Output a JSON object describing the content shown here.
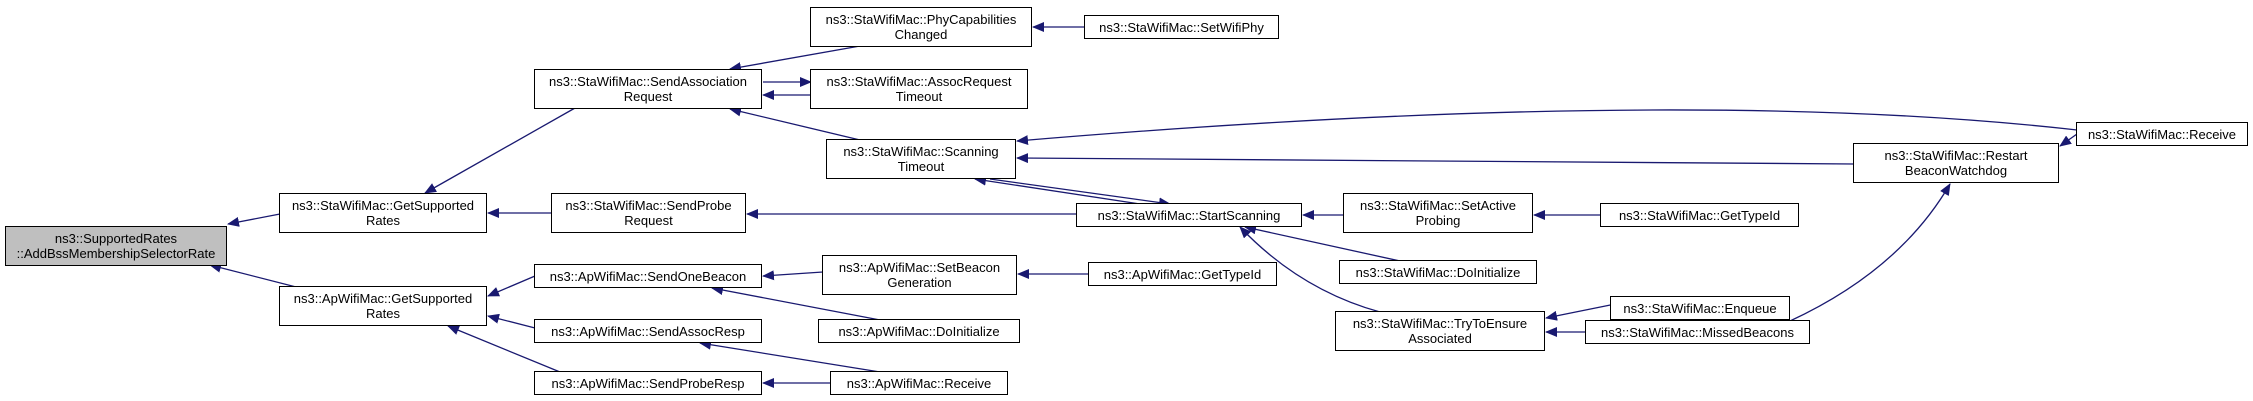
{
  "diagram": {
    "type": "call-graph",
    "colors": {
      "edge": "#191970",
      "root_fill": "#bfbfbf",
      "node_fill": "#ffffff",
      "border": "#000000"
    },
    "nodes": {
      "root": [
        "ns3::SupportedRates",
        "::AddBssMembershipSelectorRate"
      ],
      "sta_getsupported": [
        "ns3::StaWifiMac::GetSupported",
        "Rates"
      ],
      "ap_getsupported": [
        "ns3::ApWifiMac::GetSupported",
        "Rates"
      ],
      "sta_sendassoc": [
        "ns3::StaWifiMac::SendAssociation",
        "Request"
      ],
      "sta_sendprobe": [
        "ns3::StaWifiMac::SendProbe",
        "Request"
      ],
      "ap_sendonebeacon": [
        "ns3::ApWifiMac::SendOneBeacon"
      ],
      "ap_sendassocresp": [
        "ns3::ApWifiMac::SendAssocResp"
      ],
      "ap_sendproberesp": [
        "ns3::ApWifiMac::SendProbeResp"
      ],
      "sta_phycap": [
        "ns3::StaWifiMac::PhyCapabilities",
        "Changed"
      ],
      "sta_assoctimeout": [
        "ns3::StaWifiMac::AssocRequest",
        "Timeout"
      ],
      "sta_scantimeout": [
        "ns3::StaWifiMac::Scanning",
        "Timeout"
      ],
      "ap_setbeacongen": [
        "ns3::ApWifiMac::SetBeacon",
        "Generation"
      ],
      "ap_doinit": [
        "ns3::ApWifiMac::DoInitialize"
      ],
      "ap_receive": [
        "ns3::ApWifiMac::Receive"
      ],
      "sta_setwifiphy": [
        "ns3::StaWifiMac::SetWifiPhy"
      ],
      "sta_startscan": [
        "ns3::StaWifiMac::StartScanning"
      ],
      "ap_gettypeid": [
        "ns3::ApWifiMac::GetTypeId"
      ],
      "sta_setactive": [
        "ns3::StaWifiMac::SetActive",
        "Probing"
      ],
      "sta_doinit": [
        "ns3::StaWifiMac::DoInitialize"
      ],
      "sta_tryensure": [
        "ns3::StaWifiMac::TryToEnsure",
        "Associated"
      ],
      "sta_restartbeacon": [
        "ns3::StaWifiMac::Restart",
        "BeaconWatchdog"
      ],
      "sta_gettypeid": [
        "ns3::StaWifiMac::GetTypeId"
      ],
      "sta_enqueue": [
        "ns3::StaWifiMac::Enqueue"
      ],
      "sta_missedbeacons": [
        "ns3::StaWifiMac::MissedBeacons"
      ],
      "sta_receive": [
        "ns3::StaWifiMac::Receive"
      ]
    },
    "edges": [
      [
        "sta_getsupported",
        "root"
      ],
      [
        "ap_getsupported",
        "root"
      ],
      [
        "sta_sendassoc",
        "sta_getsupported"
      ],
      [
        "sta_sendprobe",
        "sta_getsupported"
      ],
      [
        "ap_sendonebeacon",
        "ap_getsupported"
      ],
      [
        "ap_sendassocresp",
        "ap_getsupported"
      ],
      [
        "ap_sendproberesp",
        "ap_getsupported"
      ],
      [
        "sta_phycap",
        "sta_sendassoc"
      ],
      [
        "sta_assoctimeout",
        "sta_sendassoc"
      ],
      [
        "sta_sendassoc",
        "sta_assoctimeout"
      ],
      [
        "sta_scantimeout",
        "sta_sendassoc"
      ],
      [
        "sta_startscan",
        "sta_sendprobe"
      ],
      [
        "ap_setbeacongen",
        "ap_sendonebeacon"
      ],
      [
        "ap_doinit",
        "ap_sendonebeacon"
      ],
      [
        "ap_receive",
        "ap_sendassocresp"
      ],
      [
        "ap_receive",
        "ap_sendproberesp"
      ],
      [
        "sta_setwifiphy",
        "sta_phycap"
      ],
      [
        "sta_startscan",
        "sta_scantimeout"
      ],
      [
        "sta_scantimeout",
        "sta_startscan"
      ],
      [
        "sta_restartbeacon",
        "sta_scantimeout"
      ],
      [
        "sta_receive",
        "sta_scantimeout"
      ],
      [
        "ap_gettypeid",
        "ap_setbeacongen"
      ],
      [
        "sta_setactive",
        "sta_startscan"
      ],
      [
        "sta_doinit",
        "sta_startscan"
      ],
      [
        "sta_tryensure",
        "sta_startscan"
      ],
      [
        "sta_gettypeid",
        "sta_setactive"
      ],
      [
        "sta_enqueue",
        "sta_tryensure"
      ],
      [
        "sta_missedbeacons",
        "sta_tryensure"
      ],
      [
        "sta_missedbeacons",
        "sta_restartbeacon"
      ],
      [
        "sta_receive",
        "sta_restartbeacon"
      ]
    ]
  }
}
